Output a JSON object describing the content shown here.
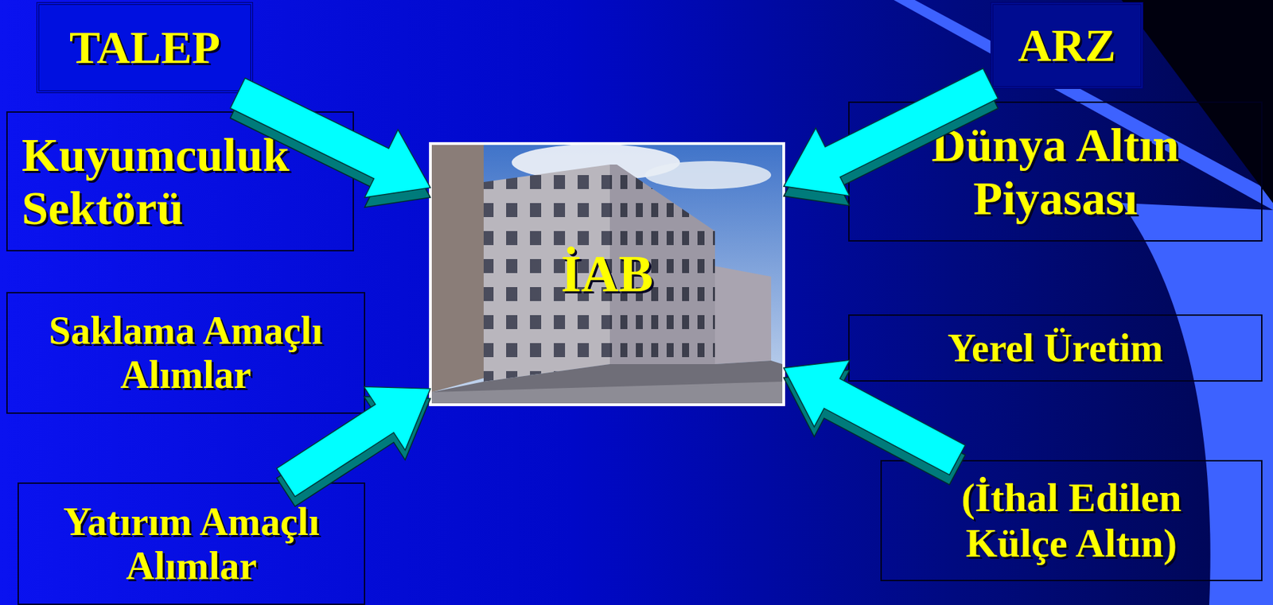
{
  "diagram": {
    "nodes": [
      {
        "text": [
          "TALEP"
        ]
      },
      {
        "text": [
          "ARZ"
        ]
      },
      {
        "text": [
          "Kuyumculuk Sektörü"
        ]
      },
      {
        "text": [
          "Dünya Altın Piyasası"
        ]
      },
      {
        "text": [
          "İAB"
        ]
      },
      {
        "text": [
          "Saklama Amaçlı Alımlar"
        ]
      },
      {
        "text": [
          "Yerel Üretim"
        ]
      },
      {
        "text": [
          "Yatırım Amaçlı Alımlar"
        ]
      },
      {
        "text": [
          "(İthal Edilen Külçe Altın)"
        ]
      }
    ],
    "edges": [
      {
        "from": 0,
        "to": 4,
        "arrow": "to"
      },
      {
        "from": 1,
        "to": 4,
        "arrow": "to"
      },
      {
        "from": 7,
        "to": 4,
        "arrow": "to"
      },
      {
        "from": 8,
        "to": 4,
        "arrow": "to"
      }
    ]
  }
}
